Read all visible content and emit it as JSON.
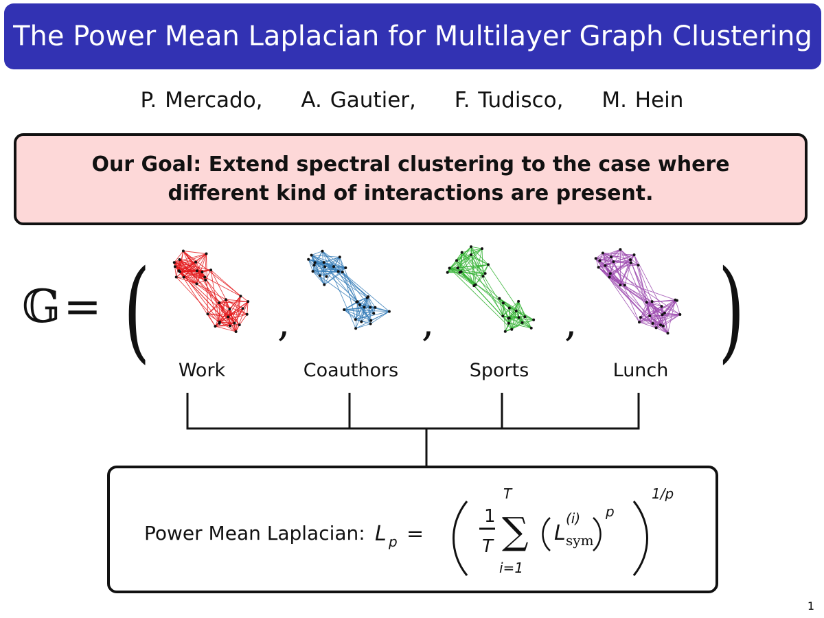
{
  "title": "The Power Mean Laplacian for Multilayer Graph Clustering",
  "authors": [
    "P. Mercado,",
    "A. Gautier,",
    "F. Tudisco,",
    "M. Hein"
  ],
  "goal": {
    "line1": "Our Goal: Extend spectral clustering to the case where",
    "line2": "different kind of interactions are present."
  },
  "multilayer": {
    "symbol": "𝔾",
    "equals": "=",
    "open_paren": "(",
    "close_paren": ")",
    "separator": ",",
    "layers": [
      {
        "name": "Work",
        "color": "#e41a1c"
      },
      {
        "name": "Coauthors",
        "color": "#377eb8"
      },
      {
        "name": "Sports",
        "color": "#33b233"
      },
      {
        "name": "Lunch",
        "color": "#9e4cb0"
      }
    ]
  },
  "formula": {
    "label": "Power Mean Laplacian:",
    "lhs": "L",
    "lhs_sub": "p",
    "equals": "=",
    "frac_num": "1",
    "frac_den": "T",
    "sum_symbol": "∑",
    "sum_upper": "T",
    "sum_lower": "i=1",
    "L": "L",
    "L_sup": "(i)",
    "L_sub": "sym",
    "inner_power": "p",
    "outer_power": "1/p"
  },
  "page_number": "1"
}
